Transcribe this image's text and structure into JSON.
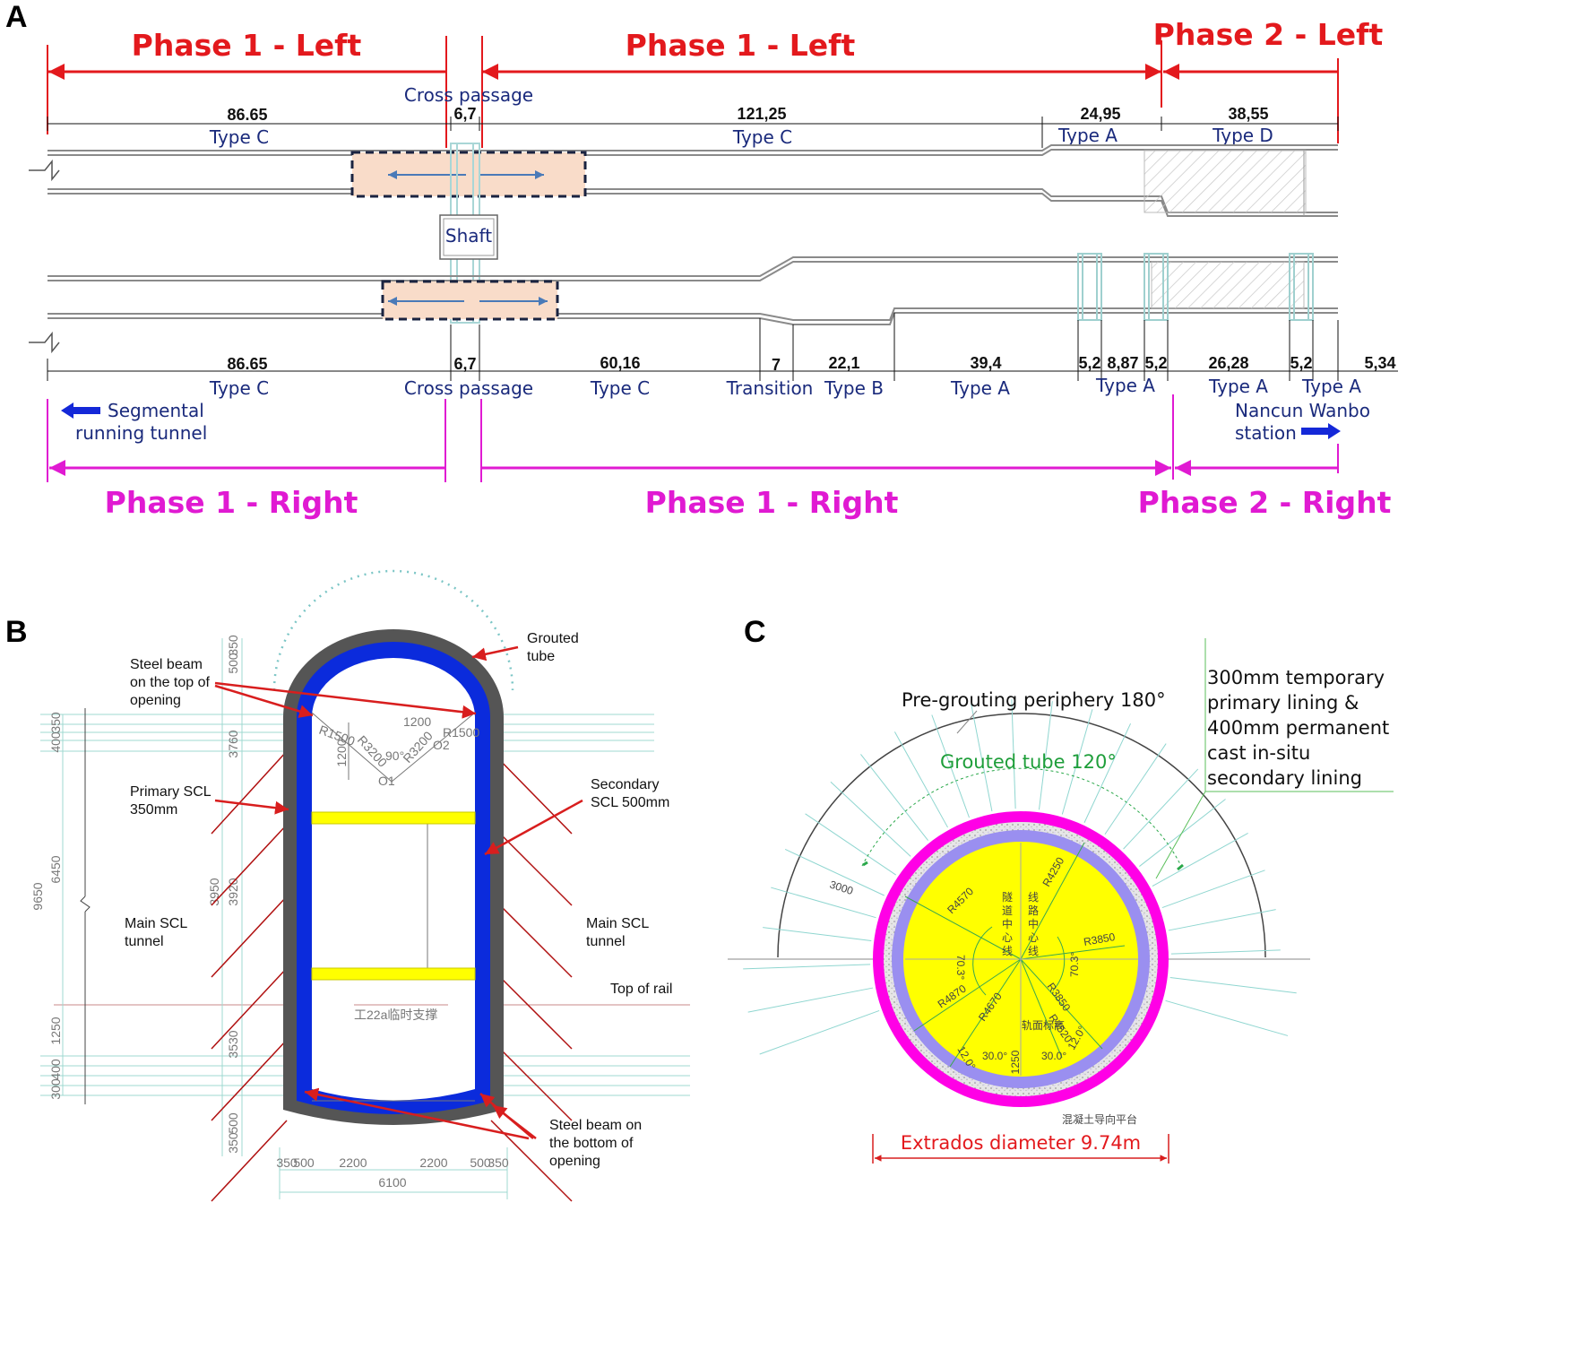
{
  "panels": {
    "a": "A",
    "b": "B",
    "c": "C"
  },
  "panel_a": {
    "phase_top": [
      "Phase 1 - Left",
      "Phase 1 - Left",
      "Phase 2 - Left"
    ],
    "phase_bottom": [
      "Phase 1 - Right",
      "Phase 1 - Right",
      "Phase 2 - Right"
    ],
    "cross_passage": "Cross passage",
    "shaft": "Shaft",
    "top_dims": [
      "86.65",
      "6,7",
      "121,25",
      "24,95",
      "38,55"
    ],
    "top_types": [
      "Type C",
      "Type C",
      "Type A",
      "Type D"
    ],
    "bottom_dims": [
      "86.65",
      "6,7",
      "60,16",
      "7",
      "22,1",
      "39,4",
      "5,2",
      "8,87",
      "5,2",
      "26,28",
      "5,2",
      "5,34"
    ],
    "bottom_types": [
      "Type C",
      "Cross passage",
      "Type C",
      "Transition",
      "Type B",
      "Type A",
      "Type A",
      "Type A",
      "Type A"
    ],
    "segmental": [
      "Segmental",
      "running tunnel"
    ],
    "station": [
      "Nancun Wanbo",
      "station"
    ]
  },
  "panel_b": {
    "labels": {
      "steel_top": [
        "Steel beam",
        "on the top of",
        "opening"
      ],
      "grouted": [
        "Grouted",
        "tube"
      ],
      "primary": [
        "Primary SCL",
        "350mm"
      ],
      "secondary": [
        "Secondary",
        "SCL 500mm"
      ],
      "main_left": [
        "Main SCL",
        "tunnel"
      ],
      "main_right": [
        "Main SCL",
        "tunnel"
      ],
      "top_rail": "Top of rail",
      "steel_bottom": [
        "Steel beam on",
        "the bottom of",
        "opening"
      ]
    },
    "dims_left": [
      "9650",
      "6450",
      "1250",
      "3760",
      "3950",
      "3920",
      "3530",
      "500",
      "350",
      "400",
      "350",
      "300",
      "400",
      "350",
      "500"
    ],
    "dims_bottom": [
      "350",
      "500",
      "2200",
      "2200",
      "500",
      "350",
      "6100"
    ],
    "radii": [
      "R1500",
      "R1500",
      "R3200",
      "R3200",
      "1200",
      "1200",
      "90°",
      "O1",
      "O2"
    ],
    "strut": "工22a临时支撑",
    "colors": {
      "primary": "#555555",
      "secondary": "#0b2bdc",
      "strut": "#ffff00",
      "arrow": "#d81e1e"
    }
  },
  "panel_c": {
    "pregrout": "Pre-grouting periphery 180°",
    "grouted": "Grouted tube 120°",
    "lining": [
      "300mm temporary",
      "primary lining &",
      "400mm permanent",
      "cast in-situ",
      "secondary lining"
    ],
    "extrados": "Extrados diameter 9.74m",
    "dims": [
      "3000",
      "R4570",
      "R4250",
      "R3850",
      "70.3°",
      "70.3°",
      "R4870",
      "R4670",
      "R3850",
      "R4520",
      "12.0°",
      "30.0°",
      "1250",
      "30.0°",
      "12.0°"
    ],
    "center_text": [
      "隧",
      "道",
      "中",
      "心",
      "线",
      "线",
      "路",
      "中",
      "心",
      "线"
    ],
    "small_text": [
      "轨面标高",
      "混凝土导向平台"
    ],
    "colors": {
      "outer": "#ff00e6",
      "inner": "#9a8ff0",
      "fill": "#ffff00",
      "grout": "#d8d8d8",
      "green": "#1e9e3a"
    }
  }
}
